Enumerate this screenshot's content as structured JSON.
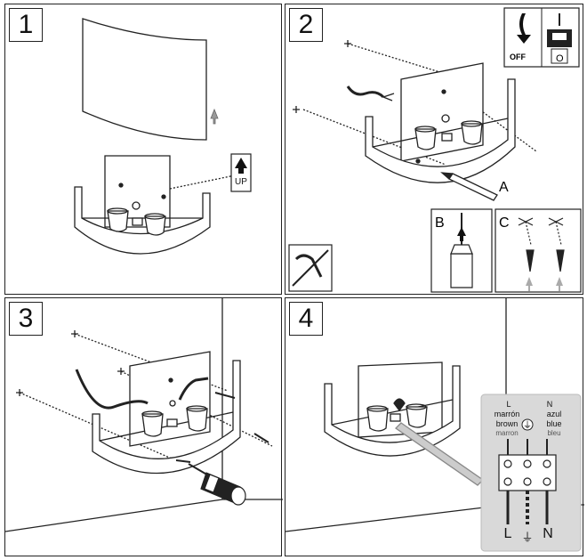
{
  "steps": [
    {
      "number": "1",
      "up_label": "UP"
    },
    {
      "number": "2",
      "off_label": "OFF",
      "switch_off_symbol": "O",
      "callout_a": "A",
      "callout_b": "B",
      "callout_c": "C"
    },
    {
      "number": "3"
    },
    {
      "number": "4",
      "terminal_l": {
        "code": "L",
        "line1": "marrón",
        "line2": "brown",
        "line3": "marron"
      },
      "terminal_earth": {
        "symbol": "⏚"
      },
      "terminal_n": {
        "code": "N",
        "line1": "azul",
        "line2": "blue",
        "line3": "bleu"
      },
      "bottom_l": "L",
      "bottom_earth": "⏚",
      "bottom_n": "N"
    }
  ],
  "icons": [
    "arrow-up-icon",
    "power-switch-icon",
    "pencil-icon",
    "drill-icon",
    "anchor-icon",
    "screwdriver-icon",
    "terminal-block-icon",
    "no-wiring-icon"
  ],
  "colors": {
    "line": "#222222",
    "gray_arrow": "#999999",
    "callout_bg": "#d9d9d9"
  }
}
